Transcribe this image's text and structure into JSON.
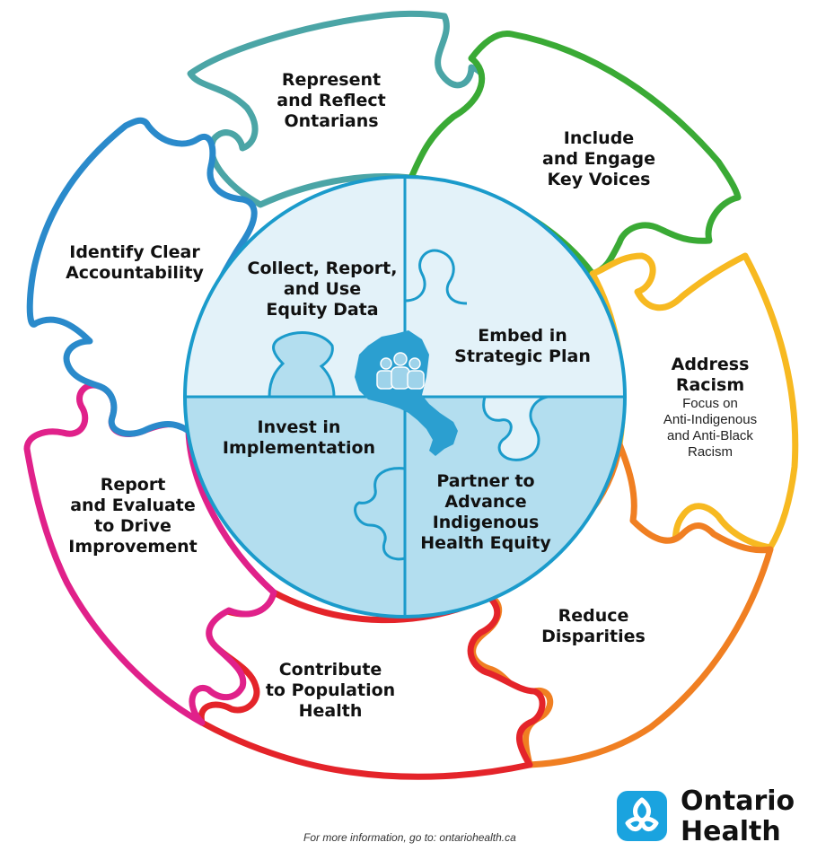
{
  "outer_pieces": [
    {
      "id": "represent",
      "lines": [
        "Represent",
        "and Reflect",
        "Ontarians"
      ],
      "color": "#4BA5A6"
    },
    {
      "id": "include",
      "lines": [
        "Include",
        "and Engage",
        "Key Voices"
      ],
      "color": "#3AAA35"
    },
    {
      "id": "racism",
      "lines": [
        "Address",
        "Racism"
      ],
      "sub_lines": [
        "Focus on",
        "Anti-Indigenous",
        "and Anti-Black",
        "Racism"
      ],
      "color": "#F7B921"
    },
    {
      "id": "reduce",
      "lines": [
        "Reduce",
        "Disparities"
      ],
      "color": "#F07F22"
    },
    {
      "id": "population",
      "lines": [
        "Contribute",
        "to Population",
        "Health"
      ],
      "color": "#E4242A"
    },
    {
      "id": "evaluate",
      "lines": [
        "Report",
        "and Evaluate",
        "to Drive",
        "Improvement"
      ],
      "color": "#E0218A"
    },
    {
      "id": "accountability",
      "lines": [
        "Identify Clear",
        "Accountability"
      ],
      "color": "#2A8ACB"
    }
  ],
  "inner_pieces": [
    {
      "id": "collect",
      "lines": [
        "Collect, Report,",
        "and Use",
        "Equity Data"
      ]
    },
    {
      "id": "embed",
      "lines": [
        "Embed in",
        "Strategic Plan"
      ]
    },
    {
      "id": "invest",
      "lines": [
        "Invest in",
        "Implementation"
      ]
    },
    {
      "id": "partner",
      "lines": [
        "Partner to",
        "Advance",
        "Indigenous",
        "Health Equity"
      ]
    }
  ],
  "colors": {
    "inner_outline": "#1B9BCB",
    "inner_top_fill": "#E3F2F9",
    "inner_bottom_fill": "#B3DEEF",
    "map_fill": "#2B9FD0"
  },
  "footer": "For more information, go to: ontariohealth.ca",
  "brand": {
    "line1": "Ontario",
    "line2": "Health"
  },
  "icons": {
    "logo": "ontario-trillium-logo",
    "map": "ontario-map-icon",
    "people": "people-group-icon"
  }
}
